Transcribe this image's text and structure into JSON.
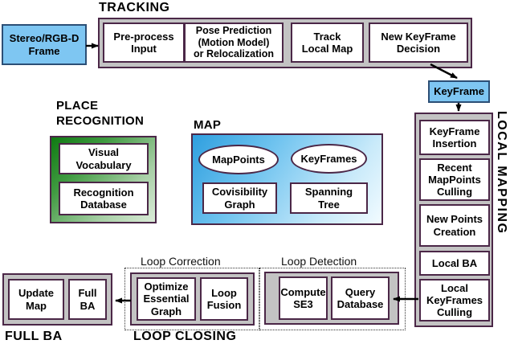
{
  "titles": {
    "tracking": "TRACKING",
    "place_recognition": "PLACE\nRECOGNITION",
    "map": "MAP",
    "local_mapping": "LOCAL MAPPING",
    "full_ba": "FULL BA",
    "loop_closing": "LOOP CLOSING",
    "loop_correction": "Loop Correction",
    "loop_detection": "Loop Detection"
  },
  "io": {
    "stereo_frame": "Stereo/RGB-D\nFrame",
    "keyframe": "KeyFrame"
  },
  "tracking": {
    "steps": [
      "Pre-process\nInput",
      "Pose Prediction\n(Motion Model)\nor Relocalization",
      "Track\nLocal Map",
      "New KeyFrame\nDecision"
    ]
  },
  "local_mapping": {
    "steps": [
      "KeyFrame\nInsertion",
      "Recent\nMapPoints\nCulling",
      "New Points\nCreation",
      "Local BA",
      "Local\nKeyFrames\nCulling"
    ]
  },
  "place_recognition": {
    "components": [
      "Visual\nVocabulary",
      "Recognition\nDatabase"
    ]
  },
  "map": {
    "entities": [
      "MapPoints",
      "KeyFrames"
    ],
    "structures": [
      "Covisibility\nGraph",
      "Spanning\nTree"
    ]
  },
  "loop_closing": {
    "correction_steps": [
      "Optimize\nEssential\nGraph",
      "Loop\nFusion"
    ],
    "detection_steps": [
      "Compute\nSE3",
      "Query\nDatabase"
    ]
  },
  "full_ba": {
    "steps": [
      "Update\nMap",
      "Full\nBA"
    ]
  },
  "colors": {
    "box_border": "#4b2747",
    "container_fill": "#c3c3c3",
    "blue_fill": "#7ec6f2",
    "blue_border": "#2c4f76",
    "green_dark": "#0f7a12",
    "green_light": "#dcecd9",
    "map_blue_dark": "#2f9fdf",
    "map_blue_light": "#f2fbff",
    "arrow": "#000000"
  }
}
